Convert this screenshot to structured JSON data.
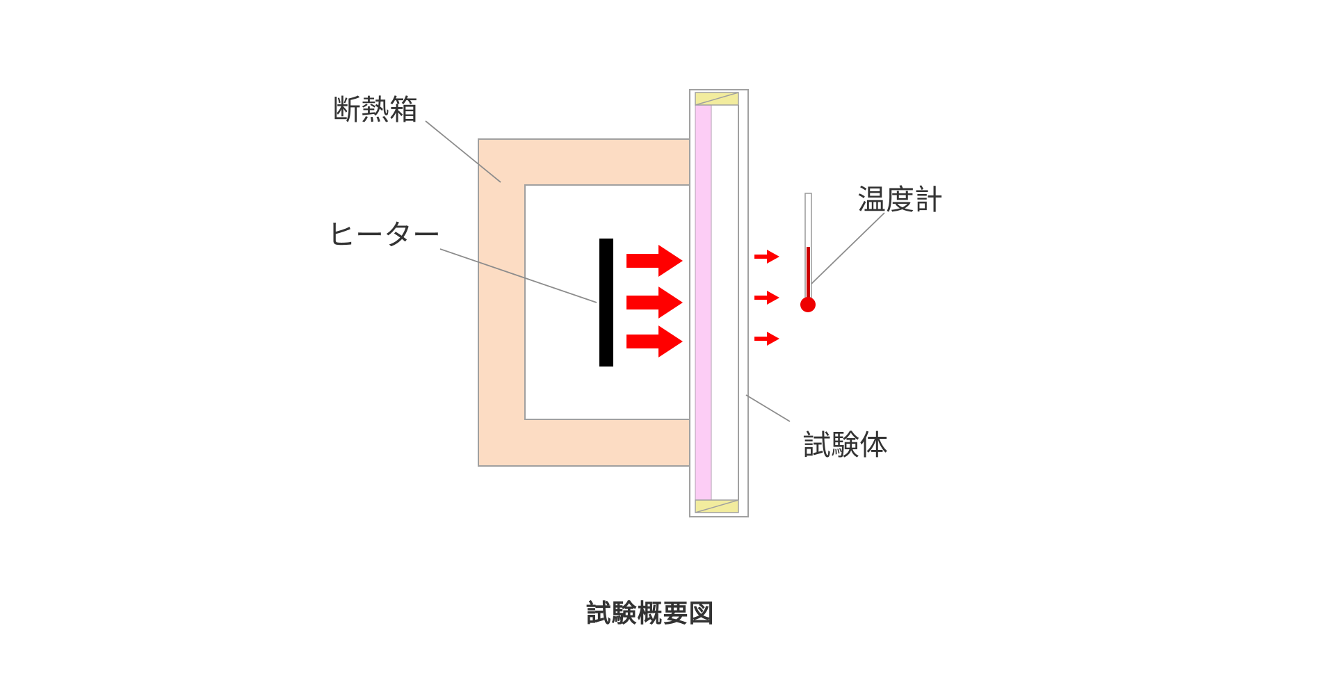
{
  "labels": {
    "insulation_box": "断熱箱",
    "heater": "ヒーター",
    "thermometer": "温度計",
    "specimen": "試験体"
  },
  "caption": "試験概要図",
  "colors": {
    "insulation_box": "#fcdcc3",
    "box_outline": "#a0a0a0",
    "heater": "#000000",
    "arrow": "#ff0000",
    "specimen_pink": "#fccdf5",
    "spacer": "#f2ec9e",
    "thermometer_liquid": "#cc0000",
    "leader_line": "#8c8c8c",
    "text": "#333333"
  }
}
